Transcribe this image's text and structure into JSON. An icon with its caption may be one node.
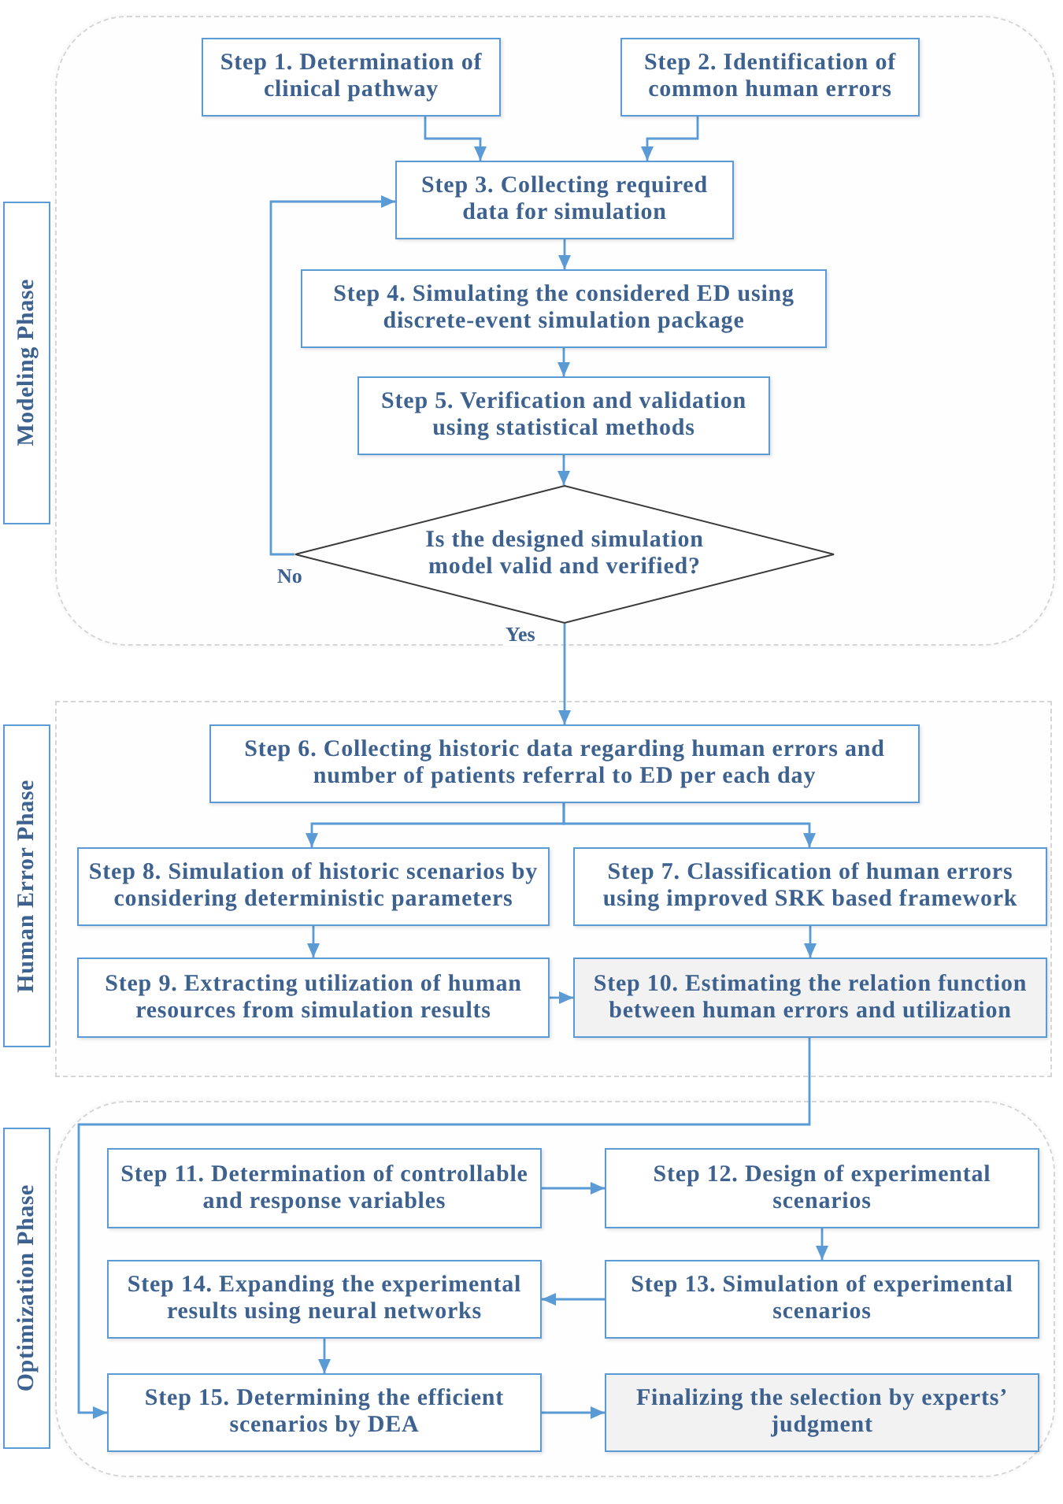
{
  "diagram": {
    "nodes": [
      {
        "text": [],
        "shape": "box"
      },
      {
        "text": [
          "Modeling Phase"
        ]
      },
      {
        "text": [
          "Step 1. Determination of clinical pathway"
        ],
        "in": 0
      },
      {
        "text": [
          "Step 2. Identification of common human errors"
        ],
        "in": 0
      },
      {
        "text": [
          "Step 3. Collecting required data for simulation"
        ],
        "in": 0
      },
      {
        "text": [
          "Step 4. Simulating the considered ED using discrete-event simulation package"
        ],
        "in": 0
      },
      {
        "text": [
          "Step 5. Verification and validation using statistical methods"
        ],
        "in": 0
      },
      {
        "text": [
          "Is the designed simulation model valid and verified?"
        ],
        "in": 0
      },
      {
        "text": [],
        "shape": "box"
      },
      {
        "text": [
          "Human Error Phase"
        ]
      },
      {
        "text": [
          "Step 6. Collecting historic data regarding human errors and number of patients referral to ED per each day"
        ],
        "in": 8
      },
      {
        "text": [
          "Step 8. Simulation of historic scenarios by considering deterministic parameters"
        ],
        "in": 8
      },
      {
        "text": [
          "Step 7. Classification of human errors using improved SRK based framework"
        ],
        "in": 8
      },
      {
        "text": [
          "Step 9. Extracting utilization of human resources from simulation results"
        ],
        "in": 8
      },
      {
        "text": [
          "Step 10. Estimating the relation function between human errors and utilization"
        ],
        "in": 8
      },
      {
        "text": [],
        "shape": "box"
      },
      {
        "text": [
          "Optimization Phase"
        ]
      },
      {
        "text": [
          "Step 11. Determination of controllable and response variables"
        ],
        "in": 15
      },
      {
        "text": [
          "Step 12. Design of experimental scenarios"
        ],
        "in": 15
      },
      {
        "text": [
          "Step 14. Expanding the experimental results using neural networks"
        ],
        "in": 15
      },
      {
        "text": [
          "Step 13. Simulation of experimental scenarios"
        ],
        "in": 15
      },
      {
        "text": [
          "Step 15. Determining the efficient scenarios by DEA"
        ],
        "in": 15
      },
      {
        "text": [
          "Finalizing the selection by experts’ judgment"
        ],
        "in": 15
      }
    ],
    "edges": [
      {
        "from": 2,
        "to": 4,
        "arrow": "to"
      },
      {
        "from": 3,
        "to": 4,
        "arrow": "to"
      },
      {
        "from": 4,
        "to": 5,
        "arrow": "to"
      },
      {
        "from": 5,
        "to": 6,
        "arrow": "to"
      },
      {
        "from": 6,
        "to": 7,
        "arrow": "to"
      },
      {
        "from": 7,
        "to": 4,
        "arrow": "to",
        "label": "No"
      },
      {
        "from": 7,
        "to": 10,
        "arrow": "to",
        "label": "Yes"
      },
      {
        "from": 10,
        "to": 11,
        "arrow": "to"
      },
      {
        "from": 10,
        "to": 12,
        "arrow": "to"
      },
      {
        "from": 11,
        "to": 13,
        "arrow": "to"
      },
      {
        "from": 12,
        "to": 14,
        "arrow": "to"
      },
      {
        "from": 13,
        "to": 14,
        "arrow": "to"
      },
      {
        "from": 14,
        "to": 21,
        "arrow": "to"
      },
      {
        "from": 17,
        "to": 18,
        "arrow": "to"
      },
      {
        "from": 18,
        "to": 20,
        "arrow": "to"
      },
      {
        "from": 20,
        "to": 19,
        "arrow": "to"
      },
      {
        "from": 19,
        "to": 21,
        "arrow": "to"
      },
      {
        "from": 21,
        "to": 22,
        "arrow": "to"
      }
    ]
  }
}
